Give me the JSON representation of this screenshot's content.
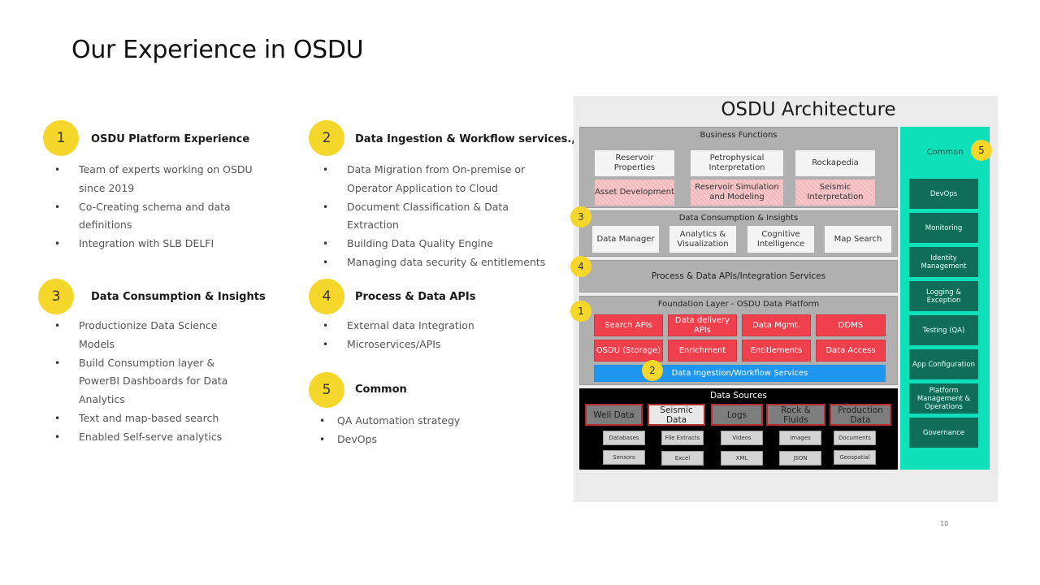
{
  "page_title": "Our Experience in OSDU",
  "sections": [
    {
      "number": "1",
      "title": "OSDU Platform Experience",
      "bullets": [
        "Team of experts working on OSDU since 2019",
        "Co-Creating schema and data definitions",
        "Integration with SLB DELFI"
      ]
    },
    {
      "number": "2",
      "title": "Data Ingestion & Workflow services.,",
      "bullets": [
        "Data Migration from On-premise or Operator Application to Cloud",
        "Document Classification & Data Extraction",
        "Building Data Quality Engine",
        "Managing data security & entitlements"
      ]
    },
    {
      "number": "3",
      "title": "Data Consumption & Insights",
      "bullets": [
        "Productionize Data Science Models",
        "Build Consumption layer & PowerBI Dashboards for Data Analytics",
        "Text and map-based search",
        "Enabled Self-serve analytics"
      ]
    },
    {
      "number": "4",
      "title": "Process & Data APIs",
      "bullets": [
        "External data Integration",
        "Microservices/APIs"
      ]
    },
    {
      "number": "5",
      "title": "Common",
      "bullets": [
        "QA Automation strategy",
        "DevOps"
      ]
    }
  ],
  "architecture": {
    "title": "OSDU Architecture",
    "business_functions": {
      "title": "Business Functions",
      "top_row": [
        "Reservoir Properties",
        "Petrophysical Interpretation",
        "Rockapedia"
      ],
      "bottom_row": [
        "Asset Development",
        "Reservoir Simulation and Modeling",
        "Seismic Interpretation"
      ]
    },
    "consumption": {
      "badge": "3",
      "title": "Data Consumption & Insights",
      "items": [
        "Data Manager",
        "Analytics & Visualization",
        "Cognitive Intelligence",
        "Map Search"
      ]
    },
    "apis": {
      "badge": "4",
      "title": "Process & Data APIs/Integration Services"
    },
    "foundation": {
      "badge": "1",
      "title": "Foundation Layer - OSDU Data Platform",
      "row1": [
        "Search APIs",
        "Data delivery APIs",
        "Data Mgmt.",
        "DDMS"
      ],
      "row2": [
        "OSDU (Storage)",
        "Enrichment",
        "Entitlements",
        "Data Access"
      ],
      "ingestion_badge": "2",
      "ingestion": "Data Ingestion/Workflow Services"
    },
    "data_sources": {
      "title": "Data Sources",
      "main": [
        "Well Data",
        "Seismic Data",
        "Logs",
        "Rock & Fluids",
        "Production Data"
      ],
      "row1": [
        "Databases",
        "File Extracts",
        "Videos",
        "Images",
        "Documents"
      ],
      "row2": [
        "Sensors",
        "Excel",
        "XML",
        "JSON",
        "Geospatial"
      ]
    },
    "common": {
      "badge": "5",
      "title": "Common",
      "items": [
        "DevOps",
        "Monitoring",
        "Identity Management",
        "Logging & Exception",
        "Testing (QA)",
        "App Configuration",
        "Platform Management & Operations",
        "Governance"
      ]
    }
  },
  "colors": {
    "badge": "#f5d62a",
    "foundation_red": "#f0404e",
    "ingestion_blue": "#1e96f0",
    "common_teal": "#0ee1b9",
    "common_item": "#106d5a"
  },
  "page_number": "10"
}
